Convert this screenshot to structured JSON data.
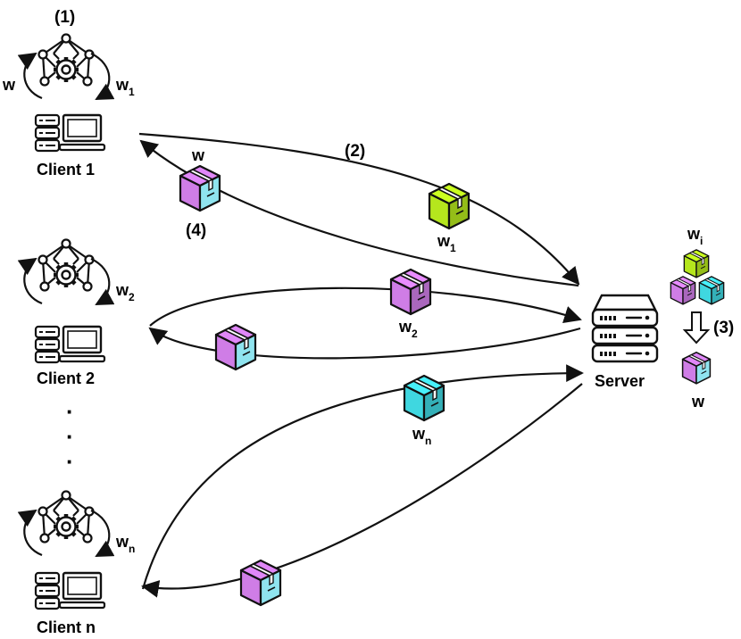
{
  "steps": {
    "s1": "(1)",
    "s2": "(2)",
    "s3": "(3)",
    "s4": "(4)"
  },
  "clients": [
    {
      "name": "Client 1",
      "local_weight": "w",
      "local_weight_sub": "1",
      "global_weight": "w"
    },
    {
      "name": "Client 2",
      "local_weight": "w",
      "local_weight_sub": "2"
    },
    {
      "name": "Client n",
      "local_weight": "w",
      "local_weight_sub": "n"
    }
  ],
  "ellipsis": [
    "·",
    "·",
    "·"
  ],
  "server": {
    "name": "Server",
    "aggregate_input": "w",
    "aggregate_input_sub": "i",
    "aggregate_output": "w"
  },
  "packages": {
    "up": [
      {
        "label": "w",
        "sub": "1",
        "color": "#b5e61d"
      },
      {
        "label": "w",
        "sub": "2",
        "color": "#cf7de6"
      },
      {
        "label": "w",
        "sub": "n",
        "color": "#3fd7e0"
      }
    ],
    "down": {
      "label": "w",
      "left_color": "#cf7de6",
      "right_color": "#8fe4ef"
    }
  },
  "colors": {
    "green": "#b5e61d",
    "purple": "#cf7de6",
    "cyan": "#3fd7e0",
    "stroke": "#111111"
  }
}
